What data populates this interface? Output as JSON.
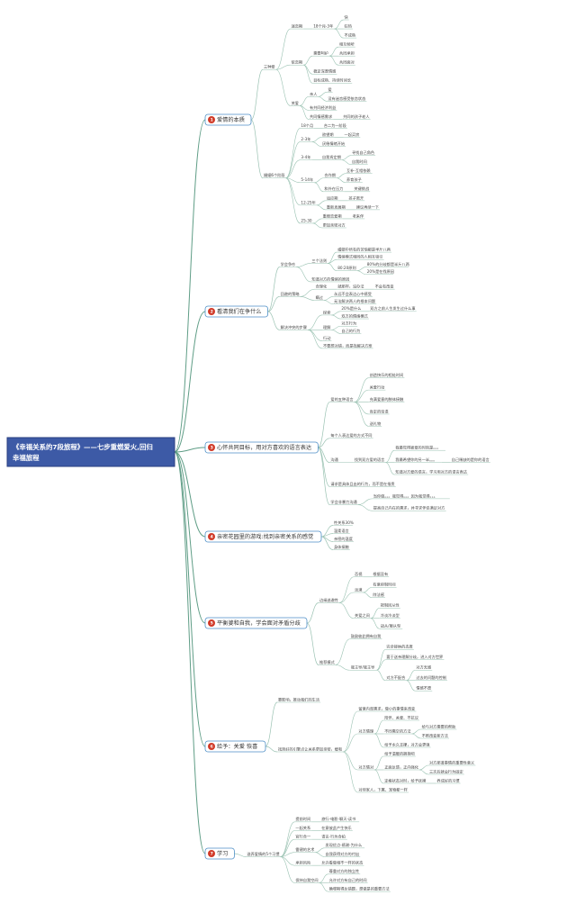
{
  "root": {
    "line1": "《幸福关系的7段旅程》——七步重燃爱火,回归",
    "line2": "幸福旅程"
  },
  "colors": {
    "root_fill": "#3d5aa6",
    "root_border": "#2a3f80",
    "branch_line": "#9ac2b2",
    "main_line": "#5f9d86",
    "main_box": "#ffffff",
    "main_border": "#4e8fc6",
    "marker": "#d13b29"
  },
  "branches": [
    {
      "num": "1",
      "label": "爱情的本质",
      "children": [
        {
          "label": "三种爱",
          "children": [
            {
              "label": "迷恋期",
              "children": [
                {
                  "label": "18个月-3年",
                  "children": [
                    {
                      "label": "快",
                      "children": []
                    },
                    {
                      "label": "狂热",
                      "children": []
                    },
                    {
                      "label": "不成熟",
                      "children": []
                    }
                  ]
                }
              ]
            },
            {
              "label": "依恋期",
              "children": [
                {
                  "label": "需要呵护",
                  "children": [
                    {
                      "label": "相互倾听",
                      "children": []
                    },
                    {
                      "label": "共同承担",
                      "children": []
                    },
                    {
                      "label": "共同面对",
                      "children": []
                    }
                  ]
                },
                {
                  "label": "稳定深厚情感",
                  "children": []
                },
                {
                  "label": "目标成熟、持续时间长",
                  "children": []
                }
              ]
            },
            {
              "label": "关爱",
              "children": [
                {
                  "label": "亲人",
                  "children": [
                    {
                      "label": "爱",
                      "children": []
                    },
                    {
                      "label": "没有迷恋感受依恋状态",
                      "children": []
                    }
                  ]
                },
                {
                  "label": "有共同经济利益",
                  "children": []
                },
                {
                  "label": "共同情感需求",
                  "children": [
                    {
                      "label": "共同的孩子老人",
                      "children": []
                    }
                  ]
                }
              ]
            }
          ]
        },
        {
          "label": "婚姻6个阶段",
          "children": [
            {
              "label": "18个月",
              "children": [
                {
                  "label": "合二为一阶段",
                  "children": []
                }
              ]
            },
            {
              "label": "2-3年",
              "children": [
                {
                  "label": "欲望期",
                  "children": [
                    {
                      "label": "一起买房",
                      "children": []
                    }
                  ]
                },
                {
                  "label": "厌倦情绪开始",
                  "children": []
                }
              ]
            },
            {
              "label": "3-4年",
              "children": [
                {
                  "label": "自我肯定期",
                  "children": [
                    {
                      "label": "寻找自己角色",
                      "children": []
                    },
                    {
                      "label": "自我时间",
                      "children": []
                    }
                  ]
                }
              ]
            },
            {
              "label": "5-14年",
              "children": [
                {
                  "label": "合作期",
                  "children": [
                    {
                      "label": "互补-互相依赖",
                      "children": []
                    },
                    {
                      "label": "养育孩子",
                      "children": []
                    }
                  ]
                },
                {
                  "label": "和外在压力",
                  "children": [
                    {
                      "label": "关键挑战",
                      "children": []
                    }
                  ]
                }
              ]
            },
            {
              "label": "12-25年",
              "children": [
                {
                  "label": "适应期",
                  "children": [
                    {
                      "label": "孩子离开",
                      "children": []
                    }
                  ]
                },
                {
                  "label": "重新发展期",
                  "children": [
                    {
                      "label": "建议再续一下",
                      "children": []
                    }
                  ]
                }
              ]
            },
            {
              "label": "25-30",
              "children": [
                {
                  "label": "重燃恋爱期",
                  "children": [
                    {
                      "label": "老来伴",
                      "children": []
                    }
                  ]
                },
                {
                  "label": "更加亲密对方",
                  "children": []
                }
              ]
            }
          ]
        }
      ]
    },
    {
      "num": "2",
      "label": "看清我们在争什么",
      "children": [
        {
          "label": "学会争吵",
          "children": [
            {
              "label": "三个法则",
              "children": [
                {
                  "label": "婚姻中所有的苦恼都是半斤八两",
                  "children": []
                },
                {
                  "label": "情绪模式相同的人相互吸引",
                  "children": []
                },
                {
                  "label": "80:20原则",
                  "children": [
                    {
                      "label": "80%的分歧都是半斤八两",
                      "children": []
                    },
                    {
                      "label": "20%是在找原因",
                      "children": []
                    }
                  ]
                }
              ]
            },
            {
              "label": "知道对方的情绪的原因",
              "children": []
            }
          ]
        },
        {
          "label": "回避的策略",
          "children": [
            {
              "label": "合理化",
              "children": [
                {
                  "label": "就那样，没办法",
                  "children": [
                    {
                      "label": "不会有改变",
                      "children": []
                    }
                  ]
                }
              ]
            },
            {
              "label": "瞒过",
              "children": [
                {
                  "label": "永远不会表达心中感受",
                  "children": []
                },
                {
                  "label": "无法解决两人的根本问题",
                  "children": []
                }
              ]
            }
          ]
        },
        {
          "label": "解决冲突的步骤",
          "children": [
            {
              "label": "探索",
              "children": [
                {
                  "label": "20%是什么",
                  "children": [
                    {
                      "label": "双方之前人生发生过什么事",
                      "children": []
                    }
                  ]
                },
                {
                  "label": "双方的情绪模式",
                  "children": []
                }
              ]
            },
            {
              "label": "理解",
              "children": [
                {
                  "label": "对方行为",
                  "children": []
                },
                {
                  "label": "自己的行为",
                  "children": []
                }
              ]
            },
            {
              "label": "行动",
              "children": []
            },
            {
              "label": "不要想对错，而是找解决方案",
              "children": []
            }
          ]
        }
      ]
    },
    {
      "num": "3",
      "label": "心怀共同目标，用对方喜欢的语言表达",
      "children": [
        {
          "label": "爱的五种语言",
          "children": [
            {
              "label": "创造快乐的相处时间",
              "children": []
            },
            {
              "label": "关爱行动",
              "children": []
            },
            {
              "label": "充满爱意的肢体接触",
              "children": []
            },
            {
              "label": "肯定的话语",
              "children": []
            },
            {
              "label": "送礼物",
              "children": []
            }
          ]
        },
        {
          "label": "每个人表达爱的方式不同",
          "children": []
        },
        {
          "label": "沟通",
          "children": [
            {
              "label": "找到双方爱的语言",
              "children": [
                {
                  "label": "我最觉得被爱的时刻是。。。",
                  "children": []
                },
                {
                  "label": "我最希望你的另一半。。。",
                  "children": [
                    {
                      "label": "自己稀缺的是你的语言",
                      "children": []
                    }
                  ]
                },
                {
                  "label": "知道对方爱的语言，学习用对方的语言表达",
                  "children": []
                }
              ]
            }
          ]
        },
        {
          "label": "请求是具体且出的行为，而不是在指责",
          "children": []
        },
        {
          "label": "学会非暴力沟通",
          "children": [
            {
              "label": "当你做。。。我觉得。。。因为我觉得。。。",
              "children": []
            },
            {
              "label": "提高自己内在的需求，并寻求伴侣满足对方",
              "children": []
            }
          ]
        }
      ]
    },
    {
      "num": "4",
      "label": "亲密花园里的游戏:找到亲密关系的感觉",
      "children": [
        {
          "label": "性关系30%",
          "children": []
        },
        {
          "label": "温柔语言",
          "children": []
        },
        {
          "label": "亲密的温度",
          "children": []
        },
        {
          "label": "身体接触",
          "children": []
        }
      ]
    },
    {
      "num": "5",
      "label": "平衡婆和自我，学会面对矛盾分歧",
      "children": [
        {
          "label": "边缘逃避性",
          "children": [
            {
              "label": "否视",
              "children": [
                {
                  "label": "根据没有",
                  "children": []
                }
              ]
            },
            {
              "label": "淡漠",
              "children": [
                {
                  "label": "有意抑制时间",
                  "children": []
                },
                {
                  "label": "除法感",
                  "children": []
                }
              ]
            },
            {
              "label": "关爱之间",
              "children": [
                {
                  "label": "按制回从性",
                  "children": []
                },
                {
                  "label": "冷淡冷淡型",
                  "children": []
                },
                {
                  "label": "战从/服从型",
                  "children": []
                }
              ]
            }
          ]
        },
        {
          "label": "推荐模式",
          "children": [
            {
              "label": "鼓励彼此拥有自我",
              "children": []
            },
            {
              "label": "我主导/我主导",
              "children": [
                {
                  "label": "完全接纳的态度",
                  "children": []
                },
                {
                  "label": "要于送亲理解分歧，进入对方世界",
                  "children": []
                },
                {
                  "label": "对方不配合",
                  "children": [
                    {
                      "label": "对方无感",
                      "children": []
                    },
                    {
                      "label": "过去的问题的控制",
                      "children": []
                    },
                    {
                      "label": "情感不愿",
                      "children": []
                    }
                  ]
                }
              ]
            }
          ]
        }
      ]
    },
    {
      "num": "6",
      "label": "给予：关爱 恢喜",
      "children": [
        {
          "label": "靠影响，推动我们的生活",
          "children": []
        },
        {
          "label": "找到好的引擎点让关系更加亲密，缓和",
          "children": [
            {
              "label": "留意内部需求，做小的事情来改变",
              "children": []
            },
            {
              "label": "对方情理",
              "children": [
                {
                  "label": "陪伴、关爱、不抗议",
                  "children": []
                },
                {
                  "label": "不同需空的方法",
                  "children": [
                    {
                      "label": "给与对方需要的帮助",
                      "children": []
                    },
                    {
                      "label": "不断改变新方法",
                      "children": []
                    }
                  ]
                },
                {
                  "label": "给予永久支撑，对方会更强",
                  "children": []
                }
              ]
            },
            {
              "label": "对方情对",
              "children": [
                {
                  "label": "给予温暖的拥抱吧",
                  "children": []
                },
                {
                  "label": "正面反馈，正向强化",
                  "children": [
                    {
                      "label": "对方那道事情的重要性意义",
                      "children": []
                    },
                    {
                      "label": "三次后就会行为固定",
                      "children": []
                    }
                  ]
                },
                {
                  "label": "定格状态对时，给予抚摸",
                  "children": [
                    {
                      "label": "养成好的习惯",
                      "children": []
                    }
                  ]
                }
              ]
            },
            {
              "label": "对待家人，下属、宠物都一样",
              "children": []
            }
          ]
        }
      ]
    },
    {
      "num": "7",
      "label": "学习",
      "children": [
        {
          "label": "滋养爱情的5个习惯",
          "children": [
            {
              "label": "提前时间",
              "children": [
                {
                  "label": "旅行-电影-聊天-读书",
                  "children": []
                }
              ]
            },
            {
              "label": "一起关系",
              "children": [
                {
                  "label": "在意彼此产生快乐",
                  "children": []
                }
              ]
            },
            {
              "label": "官行合一",
              "children": [
                {
                  "label": "语言-行为合拍",
                  "children": []
                }
              ]
            },
            {
              "label": "雷建的艺术",
              "children": [
                {
                  "label": "发现优点-感谢-为什么",
                  "children": []
                },
                {
                  "label": "自我获得对方的付出",
                  "children": []
                }
              ]
            },
            {
              "label": "承担风险",
              "children": [
                {
                  "label": "允许看做相不一样的状态",
                  "children": []
                }
              ]
            },
            {
              "label": "保持自我空间",
              "children": [
                {
                  "label": "尊重对方的独立性",
                  "children": []
                },
                {
                  "label": "允许对方有自己的时间",
                  "children": []
                },
                {
                  "label": "确喽期得反错题，想做是的重要方法",
                  "children": []
                }
              ]
            }
          ]
        }
      ]
    }
  ]
}
